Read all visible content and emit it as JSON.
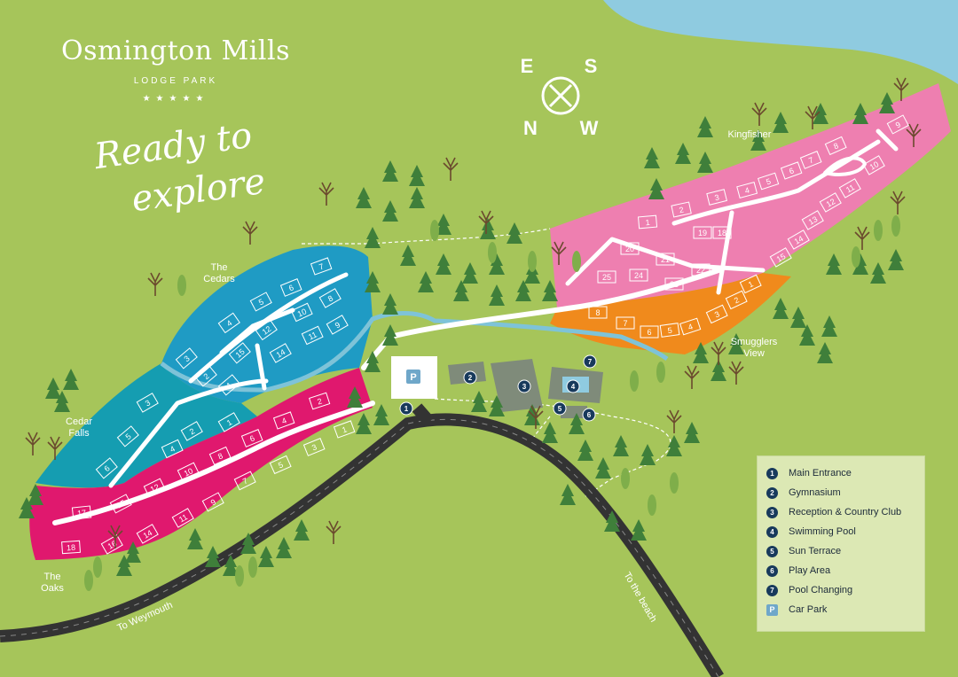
{
  "brand": {
    "title": "Osmington Mills",
    "subtitle": "LODGE PARK",
    "stars": "★★★★★",
    "tagline_line1": "Ready to",
    "tagline_line2": "explore"
  },
  "compass": {
    "e": "E",
    "s": "S",
    "n": "N",
    "w": "W"
  },
  "zones": {
    "cedars": "The Cedars",
    "cedar_falls": "Cedar Falls",
    "oaks": "The Oaks",
    "kingfisher": "Kingfisher",
    "smugglers": "Smugglers View"
  },
  "roads": {
    "weymouth": "To Weymouth",
    "beach": "To the beach"
  },
  "facilities": [
    "1",
    "2",
    "3",
    "4",
    "5",
    "6",
    "7"
  ],
  "parking": "P",
  "legend": [
    {
      "marker": "1",
      "label": "Main Entrance"
    },
    {
      "marker": "2",
      "label": "Gymnasium"
    },
    {
      "marker": "3",
      "label": "Reception & Country Club"
    },
    {
      "marker": "4",
      "label": "Swimming Pool"
    },
    {
      "marker": "5",
      "label": "Sun Terrace"
    },
    {
      "marker": "6",
      "label": "Play Area"
    },
    {
      "marker": "7",
      "label": "Pool Changing"
    },
    {
      "marker": "P",
      "label": "Car Park"
    }
  ],
  "plots": {
    "cedars": [
      "1",
      "2",
      "3",
      "4",
      "5",
      "6",
      "7",
      "8",
      "9",
      "10",
      "11",
      "12",
      "14",
      "15"
    ],
    "cedar_falls": [
      "1",
      "2",
      "3",
      "4",
      "5",
      "6"
    ],
    "oaks": [
      "1",
      "2",
      "3",
      "4",
      "5",
      "6",
      "7",
      "8",
      "9",
      "10",
      "11",
      "12",
      "14",
      "15",
      "16",
      "17",
      "18"
    ],
    "kingfisher": [
      "1",
      "2",
      "3",
      "4",
      "5",
      "6",
      "7",
      "8",
      "9",
      "10",
      "11",
      "12",
      "13",
      "14",
      "15",
      "18",
      "19",
      "20",
      "21",
      "22",
      "23",
      "24",
      "25"
    ],
    "smugglers": [
      "1",
      "2",
      "3",
      "4",
      "5",
      "6",
      "7",
      "8"
    ]
  },
  "colors": {
    "grass": "#a6c55a",
    "sea": "#8fcbe0",
    "cedars": "#1f9bc4",
    "cedar_falls": "#159db1",
    "oaks": "#e0186e",
    "kingfisher": "#ee7fb0",
    "smugglers": "#f08a1c",
    "road": "#333333",
    "legend_bg": "#dce8b4",
    "marker": "#183a5c"
  }
}
